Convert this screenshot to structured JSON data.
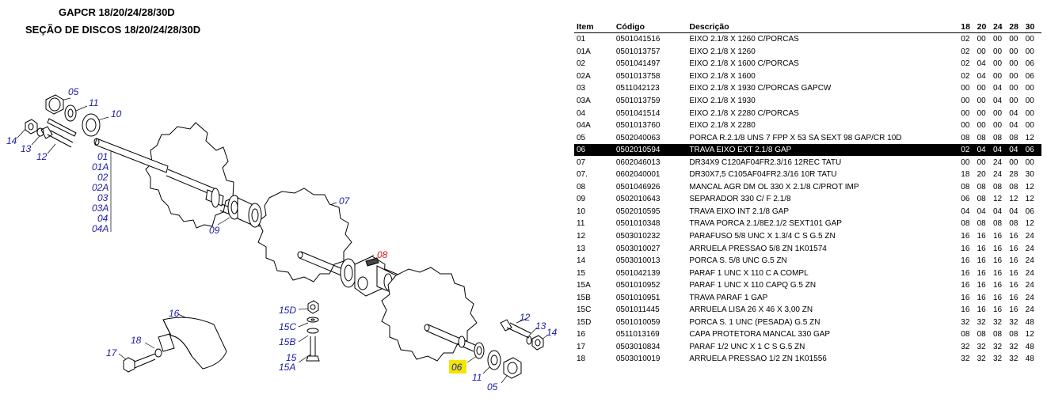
{
  "document": {
    "title_line1": "GAPCR 18/20/24/28/30D",
    "title_line2": "SEÇÃO DE DISCOS 18/20/24/28/30D"
  },
  "table": {
    "headers": [
      "Item",
      "Código",
      "Descrição",
      "18",
      "20",
      "24",
      "28",
      "30"
    ],
    "highlighted_item": "06",
    "rows": [
      {
        "item": "01",
        "code": "0501041516",
        "desc": "EIXO 2.1/8 X 1260 C/PORCAS",
        "q": [
          "02",
          "00",
          "00",
          "00",
          "00"
        ]
      },
      {
        "item": "01A",
        "code": "0501013757",
        "desc": "EIXO 2.1/8 X 1260",
        "q": [
          "02",
          "00",
          "00",
          "00",
          "00"
        ]
      },
      {
        "item": "02",
        "code": "0501041497",
        "desc": "EIXO 2.1/8 X 1600 C/PORCAS",
        "q": [
          "02",
          "04",
          "00",
          "00",
          "06"
        ]
      },
      {
        "item": "02A",
        "code": "0501013758",
        "desc": "EIXO 2.1/8 X 1600",
        "q": [
          "02",
          "04",
          "00",
          "00",
          "06"
        ]
      },
      {
        "item": "03",
        "code": "0511042123",
        "desc": "EIXO 2.1/8 X 1930 C/PORCAS     GAPCW",
        "q": [
          "00",
          "00",
          "04",
          "00",
          "00"
        ]
      },
      {
        "item": "03A",
        "code": "0501013759",
        "desc": "EIXO 2.1/8 X 1930",
        "q": [
          "00",
          "00",
          "04",
          "00",
          "00"
        ]
      },
      {
        "item": "04",
        "code": "0501041514",
        "desc": "EIXO 2.1/8 X 2280 C/PORCAS",
        "q": [
          "00",
          "00",
          "00",
          "04",
          "00"
        ]
      },
      {
        "item": "04A",
        "code": "0501013760",
        "desc": "EIXO 2.1/8 X 2280",
        "q": [
          "00",
          "00",
          "00",
          "04",
          "00"
        ]
      },
      {
        "item": "05",
        "code": "0502040063",
        "desc": "PORCA R.2.1/8 UNS 7 FPP X 53 SA SEXT 98 GAP/CR 10D",
        "q": [
          "08",
          "08",
          "08",
          "08",
          "12"
        ]
      },
      {
        "item": "06",
        "code": "0502010594",
        "desc": "TRAVA EIXO EXT 2.1/8              GAP",
        "q": [
          "02",
          "04",
          "04",
          "04",
          "06"
        ]
      },
      {
        "item": "07",
        "code": "0602046013",
        "desc": "DR34X9 C120AF04FR2.3/16 12REC TATU",
        "q": [
          "00",
          "00",
          "24",
          "00",
          "00"
        ]
      },
      {
        "item": "07.",
        "code": "0602040001",
        "desc": "DR30X7,5 C105AF04FR2.3/16 10R TATU",
        "q": [
          "18",
          "20",
          "24",
          "28",
          "30"
        ]
      },
      {
        "item": "08",
        "code": "0501046926",
        "desc": "MANCAL AGR DM OL 330 X 2.1/8  C/PROT  IMP",
        "q": [
          "08",
          "08",
          "08",
          "08",
          "12"
        ]
      },
      {
        "item": "09",
        "code": "0502010643",
        "desc": "SEPARADOR 330 C/ F 2.1/8",
        "q": [
          "06",
          "08",
          "12",
          "12",
          "12"
        ]
      },
      {
        "item": "10",
        "code": "0502010595",
        "desc": "TRAVA EIXO INT 2.1/8              GAP",
        "q": [
          "04",
          "04",
          "04",
          "04",
          "06"
        ]
      },
      {
        "item": "11",
        "code": "0501010348",
        "desc": "TRAVA PORCA 2.1/8E2.1/2 SEXT101 GAP",
        "q": [
          "08",
          "08",
          "08",
          "08",
          "12"
        ]
      },
      {
        "item": "12",
        "code": "0503010232",
        "desc": "PARAFUSO   5/8 UNC X 1.3/4 C S  G.5 ZN",
        "q": [
          "16",
          "16",
          "16",
          "16",
          "24"
        ]
      },
      {
        "item": "13",
        "code": "0503010027",
        "desc": "ARRUELA PRESSAO   5/8 ZN    1K01574",
        "q": [
          "16",
          "16",
          "16",
          "16",
          "24"
        ]
      },
      {
        "item": "14",
        "code": "0503010013",
        "desc": "PORCA S. 5/8 UNC G.5 ZN",
        "q": [
          "16",
          "16",
          "16",
          "16",
          "24"
        ]
      },
      {
        "item": "15",
        "code": "0501042139",
        "desc": "PARAF 1      UNC X 110   C A COMPL",
        "q": [
          "16",
          "16",
          "16",
          "16",
          "24"
        ]
      },
      {
        "item": "15A",
        "code": "0501010952",
        "desc": "PARAF 1      UNC X 110    CAPQ G.5 ZN",
        "q": [
          "16",
          "16",
          "16",
          "16",
          "24"
        ]
      },
      {
        "item": "15B",
        "code": "0501010951",
        "desc": "TRAVA PARAF 1                     GAP",
        "q": [
          "16",
          "16",
          "16",
          "16",
          "24"
        ]
      },
      {
        "item": "15C",
        "code": "0501011445",
        "desc": "ARRUELA LISA 26 X 46 X 3,00        ZN",
        "q": [
          "16",
          "16",
          "16",
          "16",
          "24"
        ]
      },
      {
        "item": "15D",
        "code": "0501010059",
        "desc": "PORCA S. 1 UNC (PESADA) G.5 ZN",
        "q": [
          "32",
          "32",
          "32",
          "32",
          "48"
        ]
      },
      {
        "item": "16",
        "code": "0511013169",
        "desc": "CAPA PROTETORA             MANCAL 330 GAP",
        "q": [
          "08",
          "08",
          "08",
          "08",
          "12"
        ]
      },
      {
        "item": "17",
        "code": "0503010834",
        "desc": "PARAF   1/2 UNC X 1    C S   G.5 ZN",
        "q": [
          "32",
          "32",
          "32",
          "32",
          "48"
        ]
      },
      {
        "item": "18",
        "code": "0503010019",
        "desc": "ARRUELA PRESSAO   1/2 ZN    1K01556",
        "q": [
          "32",
          "32",
          "32",
          "32",
          "48"
        ]
      }
    ]
  },
  "callouts": {
    "c05a": "05",
    "c11a": "11",
    "c10": "10",
    "c14a": "14",
    "c13a": "13",
    "c12a": "12",
    "c01": "01",
    "c01A": "01A",
    "c02": "02",
    "c02A": "02A",
    "c03": "03",
    "c03A": "03A",
    "c04": "04",
    "c04A": "04A",
    "c09": "09",
    "c07": "07",
    "c08": "08",
    "c16": "16",
    "c18": "18",
    "c17": "17",
    "c15D": "15D",
    "c15C": "15C",
    "c15B": "15B",
    "c15": "15",
    "c15A": "15A",
    "c12b": "12",
    "c13b": "13",
    "c14b": "14",
    "c06": "06",
    "c11b": "11",
    "c05b": "05"
  },
  "colors": {
    "callout_blue": "#1a1aa8",
    "callout_red": "#d91414",
    "highlight_fill": "#f2e600",
    "row_highlight": "#000000"
  }
}
